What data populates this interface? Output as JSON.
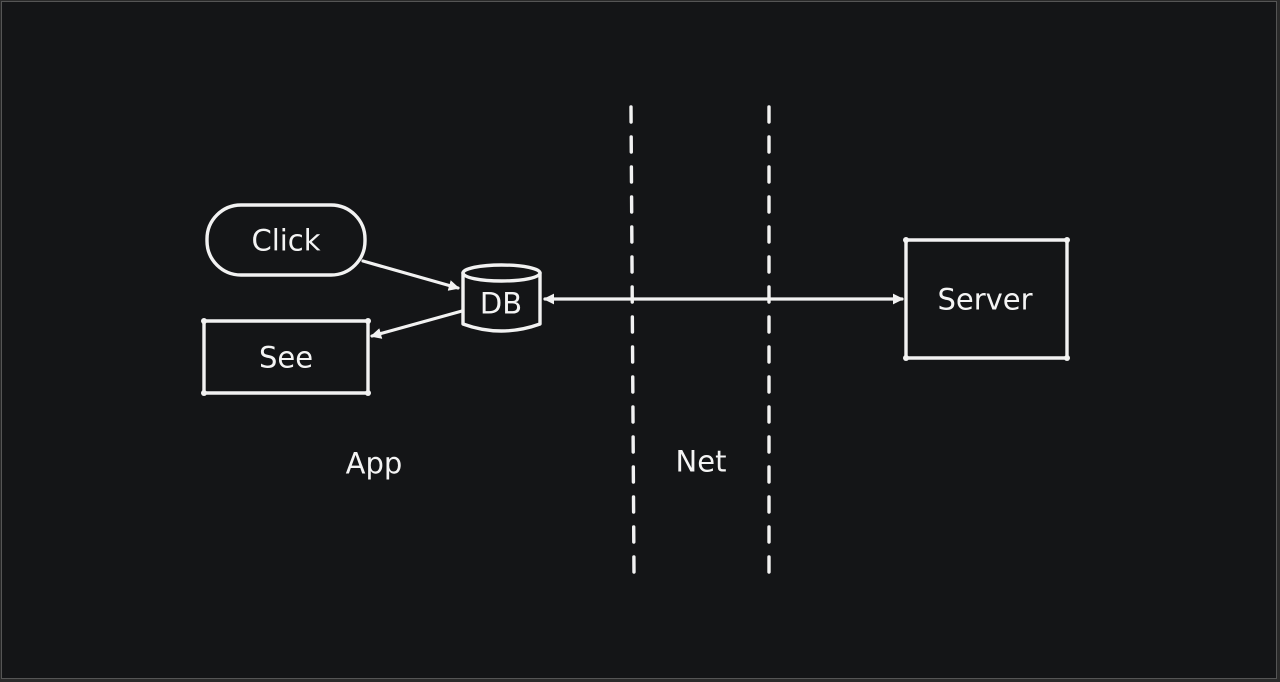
{
  "diagram": {
    "nodes": {
      "click": "Click",
      "see": "See",
      "db": "DB",
      "server": "Server"
    },
    "zones": {
      "app": "App",
      "net": "Net"
    }
  },
  "colors": {
    "background": "#141517",
    "stroke": "#f2f2f2",
    "text": "#f4f4f4"
  }
}
